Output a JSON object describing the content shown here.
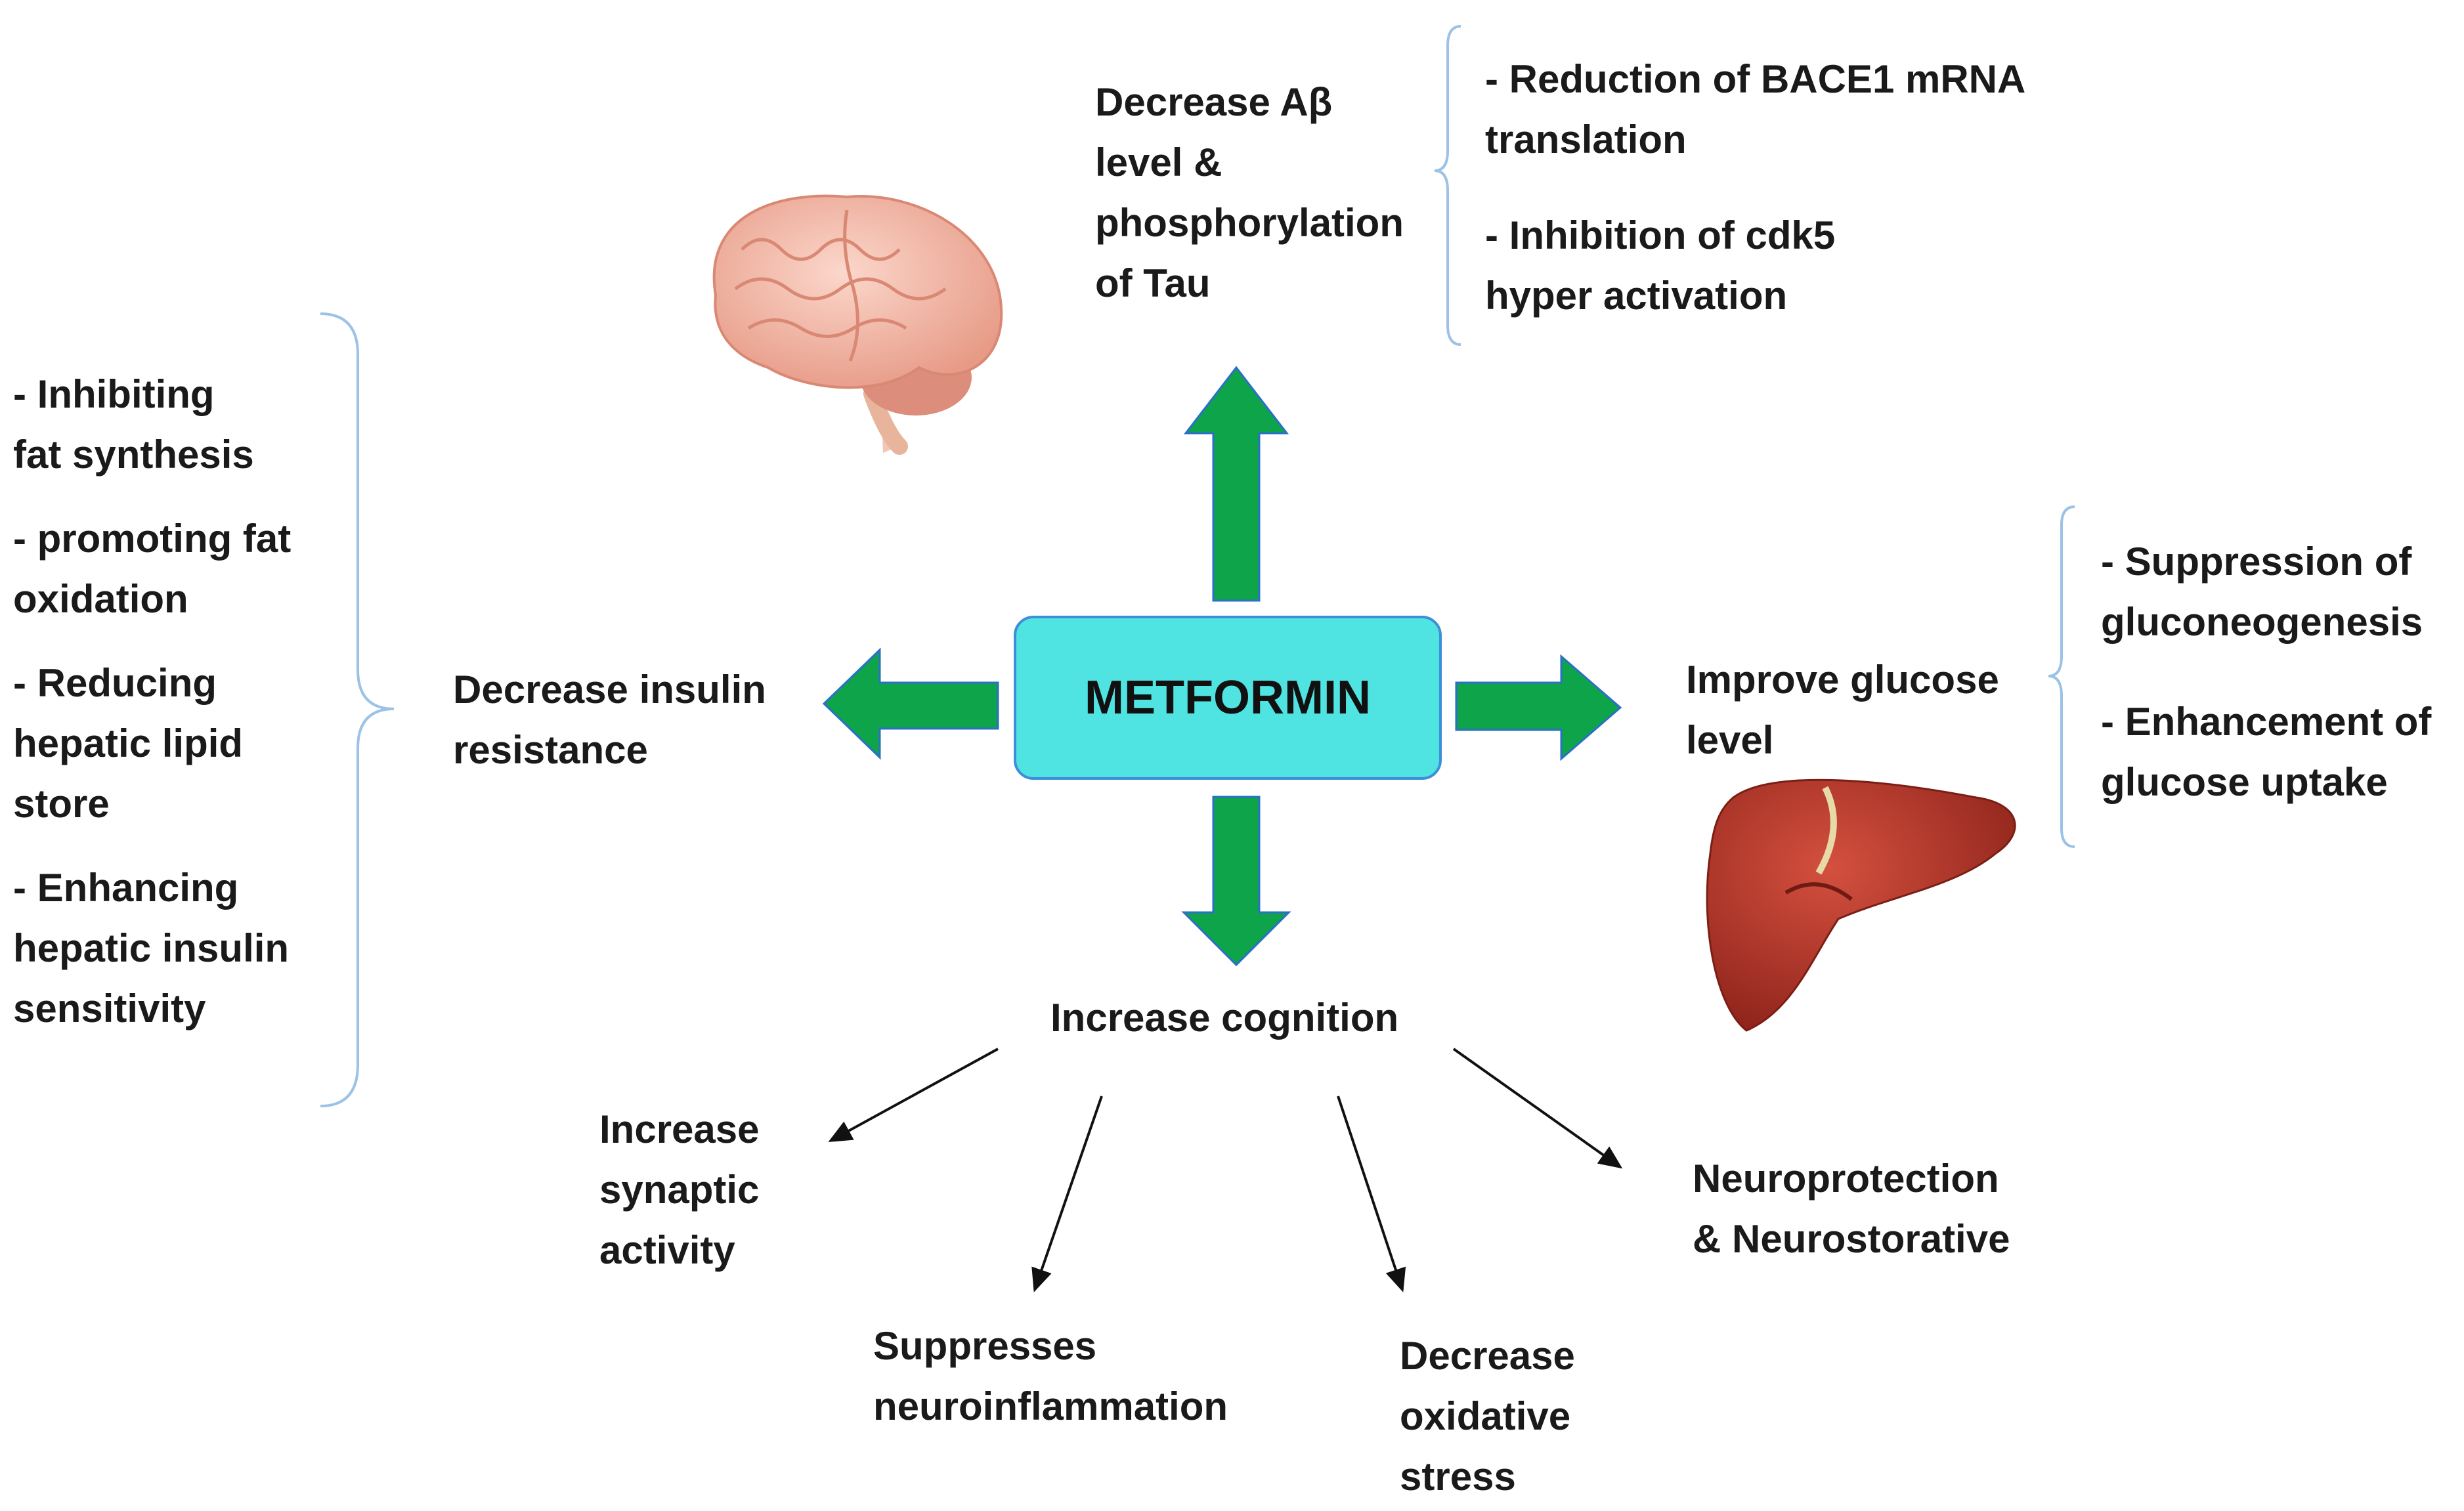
{
  "center": {
    "label": "METFORMIN"
  },
  "top": {
    "effect": [
      "Decrease Aβ",
      "level &",
      "phosphorylation",
      "of Tau"
    ],
    "mechanisms": [
      [
        "- Reduction  of BACE1 mRNA",
        "translation"
      ],
      [
        "- Inhibition  of cdk5",
        "hyper activation"
      ]
    ]
  },
  "left": {
    "effect": [
      "Decrease insulin",
      "resistance"
    ],
    "mechanisms": [
      [
        "- Inhibiting",
        "fat synthesis"
      ],
      [
        "- promoting  fat",
        "oxidation"
      ],
      [
        "- Reducing",
        "hepatic lipid",
        "store"
      ],
      [
        "- Enhancing",
        "hepatic insulin",
        "sensitivity"
      ]
    ]
  },
  "right": {
    "effect": [
      "Improve glucose",
      "level"
    ],
    "mechanisms": [
      [
        "- Suppression  of",
        "gluconeogenesis"
      ],
      [
        "- Enhancement  of",
        "glucose uptake"
      ]
    ]
  },
  "bottom": {
    "effect": "Increase cognition",
    "outcomes": [
      [
        "Increase",
        "synaptic",
        "activity"
      ],
      [
        "Suppresses",
        "neuroinflammation"
      ],
      [
        "Decrease",
        "oxidative",
        "stress"
      ],
      [
        "Neuroprotection",
        "& Neurostorative"
      ]
    ]
  },
  "colors": {
    "arrow_fill": "#0ea44a",
    "arrow_edge": "#2a6fc9",
    "center_fill": "#4fe3e1",
    "center_border": "#3d8fd8",
    "bracket": "#9cc2e5",
    "brain": "#f2b3a3",
    "liver": "#b8372a"
  },
  "icons": [
    "brain-illustration",
    "liver-illustration"
  ]
}
